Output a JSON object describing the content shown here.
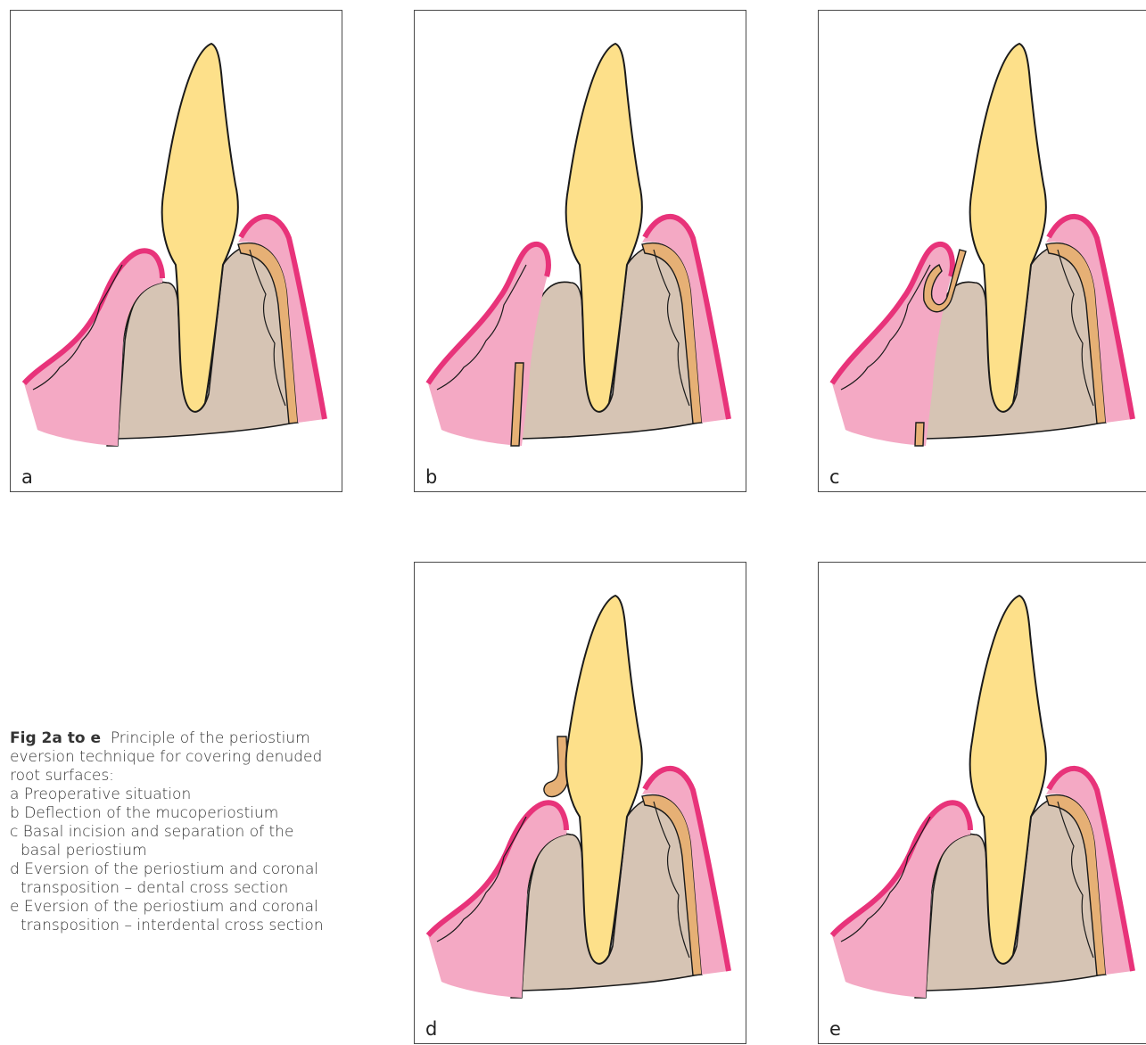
{
  "panels": [
    {
      "id": "a",
      "label": "a",
      "variant": "pre"
    },
    {
      "id": "b",
      "label": "b",
      "variant": "deflected"
    },
    {
      "id": "c",
      "label": "c",
      "variant": "separated"
    },
    {
      "id": "d",
      "label": "d",
      "variant": "everted"
    },
    {
      "id": "e",
      "label": "e",
      "variant": "interdental"
    }
  ],
  "colors": {
    "tooth": "#fde08a",
    "bone": "#d6c4b4",
    "periosteum": "#e6b075",
    "mucosa": "#f4a9c4",
    "epithelium": "#e8337a",
    "outline": "#1a1a1a"
  },
  "caption": {
    "fig_label": "Fig 2a to e",
    "intro": "Principle of the periostium eversion technique for covering denuded root surfaces:",
    "items": [
      "a Preoperative situation",
      "b Deflection of the mucoperiostium",
      "c Basal incision and separation of the basal periostium",
      "d Eversion of the periostium and coronal transposition – dental cross section",
      "e Eversion of the periostium and coronal transposition – interdental cross section"
    ]
  }
}
